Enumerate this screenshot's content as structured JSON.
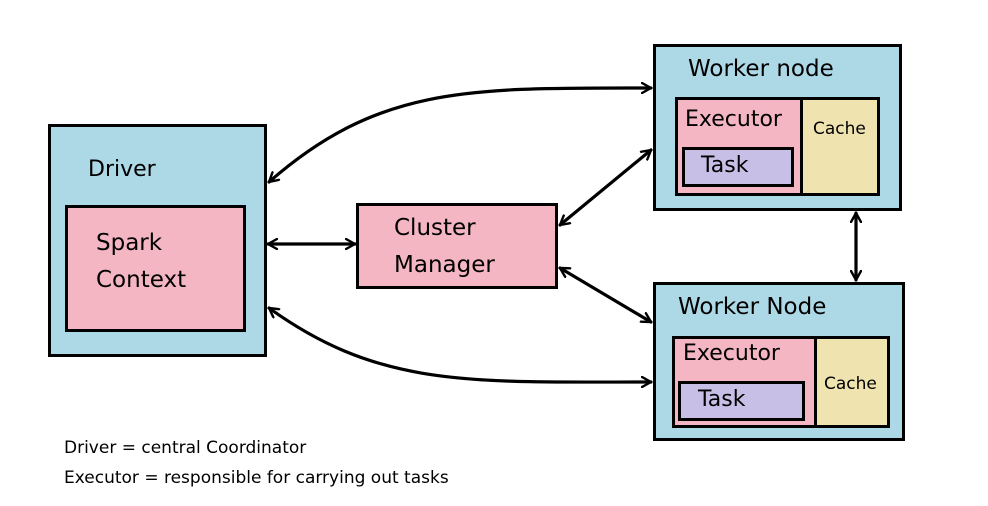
{
  "driver": {
    "title": "Driver",
    "spark_context_line1": "Spark",
    "spark_context_line2": "Context"
  },
  "cluster_manager": {
    "line1": "Cluster",
    "line2": "Manager"
  },
  "worker_top": {
    "title": "Worker node",
    "executor": "Executor",
    "task": "Task",
    "cache": "Cache"
  },
  "worker_bottom": {
    "title": "Worker Node",
    "executor": "Executor",
    "task": "Task",
    "cache": "Cache"
  },
  "legend": {
    "line1": "Driver = central Coordinator",
    "line2": "Executor = responsible for carrying out tasks"
  },
  "colors": {
    "node_fill": "#add8e6",
    "context_fill": "#f4b6c2",
    "cache_fill": "#efe4b0",
    "task_fill": "#c8bfe7",
    "border": "#000000"
  }
}
